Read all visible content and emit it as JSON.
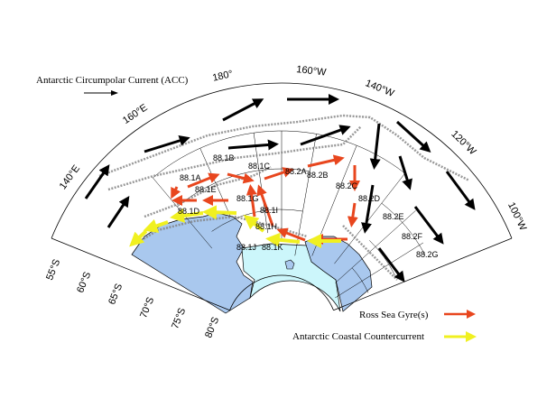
{
  "legend": {
    "acc_label": "Antarctic Circumpolar Current (ACC)",
    "gyre_label": "Ross Sea Gyre(s)",
    "coastal_label": "Antarctic Coastal Countercurrent"
  },
  "colors": {
    "acc_arrow": "#000000",
    "gyre_arrow": "#e8461e",
    "coastal_arrow": "#f0f020",
    "land": "#a9c8ee",
    "ice_shelf": "#ccf6fb",
    "bathymetry": "#808080"
  },
  "longitude_labels": [
    "140°E",
    "160°E",
    "180°",
    "160°W",
    "140°W",
    "120°W",
    "100°W"
  ],
  "latitude_labels": [
    "55°S",
    "60°S",
    "65°S",
    "70°S",
    "75°S",
    "80°S"
  ],
  "subareas": [
    "88.1A",
    "88.1B",
    "88.1C",
    "88.1E",
    "88.1D",
    "88.1G",
    "88.1I",
    "88.1H",
    "88.1J",
    "88.1K",
    "88.2A",
    "88.2B",
    "88.2C",
    "88.2D",
    "88.2E",
    "88.2F",
    "88.2G"
  ]
}
